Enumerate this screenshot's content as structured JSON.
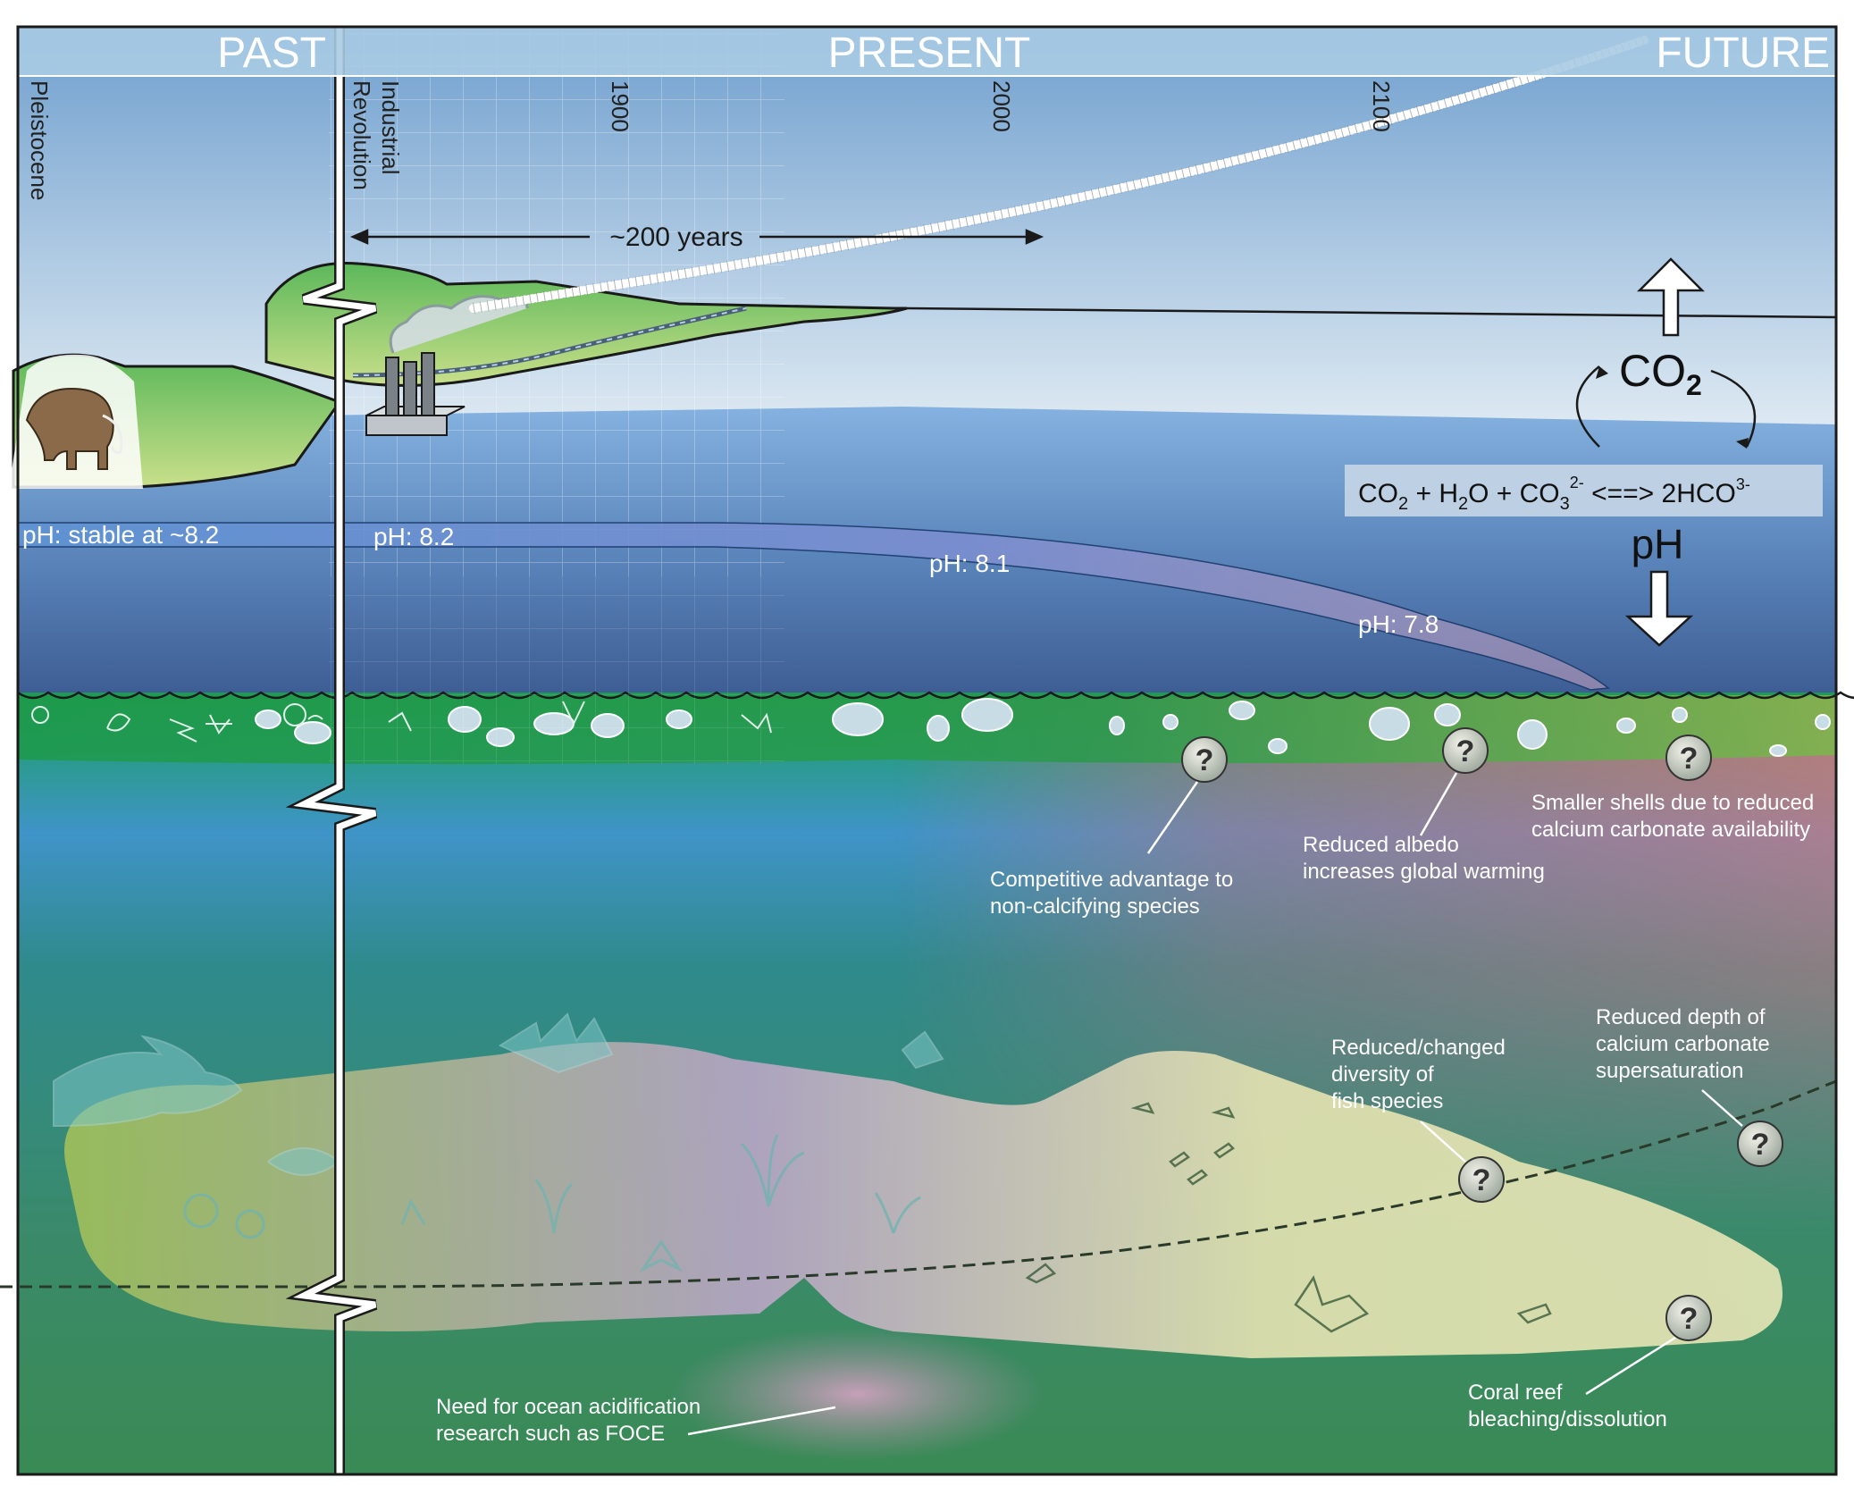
{
  "header": {
    "past": "PAST",
    "present": "PRESENT",
    "future": "FUTURE"
  },
  "timeline": {
    "pleistocene": "Pleistocene",
    "industrial_line1": "Industrial",
    "industrial_line2": "Revolution",
    "year_1900": "1900",
    "year_2000": "2000",
    "year_2100": "2100",
    "span": "~200 years"
  },
  "ph_labels": {
    "past": "pH: stable at ~8.2",
    "ir": "pH: 8.2",
    "present": "pH: 8.1",
    "future": "pH: 7.8"
  },
  "chemistry": {
    "co2_main": "CO",
    "co2_sub": "2",
    "eq_co": "CO",
    "eq_co_sub": "2",
    "eq_h2o_a": " + H",
    "eq_h2o_sub": "2",
    "eq_h2o_b": "O + CO",
    "eq_co3_sub": "3",
    "eq_co3_sup": "2-",
    "eq_arrow": " <==> 2HCO",
    "eq_hco3_sup": "3-",
    "ph_word": "pH"
  },
  "impacts": {
    "competitive": [
      "Competitive advantage to",
      "non-calcifying species"
    ],
    "albedo": [
      "Reduced albedo",
      "increases global warming"
    ],
    "shells": [
      "Smaller shells due to reduced",
      "calcium carbonate availability"
    ],
    "fish": [
      "Reduced/changed",
      "diversity of",
      "fish species"
    ],
    "depth": [
      "Reduced depth of",
      "calcium carbonate",
      "supersaturation"
    ],
    "coral": [
      "Coral reef",
      "bleaching/dissolution"
    ],
    "research": [
      "Need for ocean acidification",
      "research such as FOCE"
    ]
  },
  "colors": {
    "header": "#a9cbe3",
    "sky_top": "#6f9fce",
    "sky_bottom": "#d7e6f1",
    "ocean_top": "#7aa9dd",
    "ocean_bottom": "#3e5f94",
    "plankton_green": "#2f9a4a",
    "deep_sea": "#2f8a7a",
    "warning_red": "#c86f7a",
    "reef": "#dfe0a8",
    "land_green": "#6fbf5a"
  },
  "icons": {
    "question": "question-mark-icon",
    "mammoth": "mammoth-icon",
    "factory": "factory-icon"
  }
}
